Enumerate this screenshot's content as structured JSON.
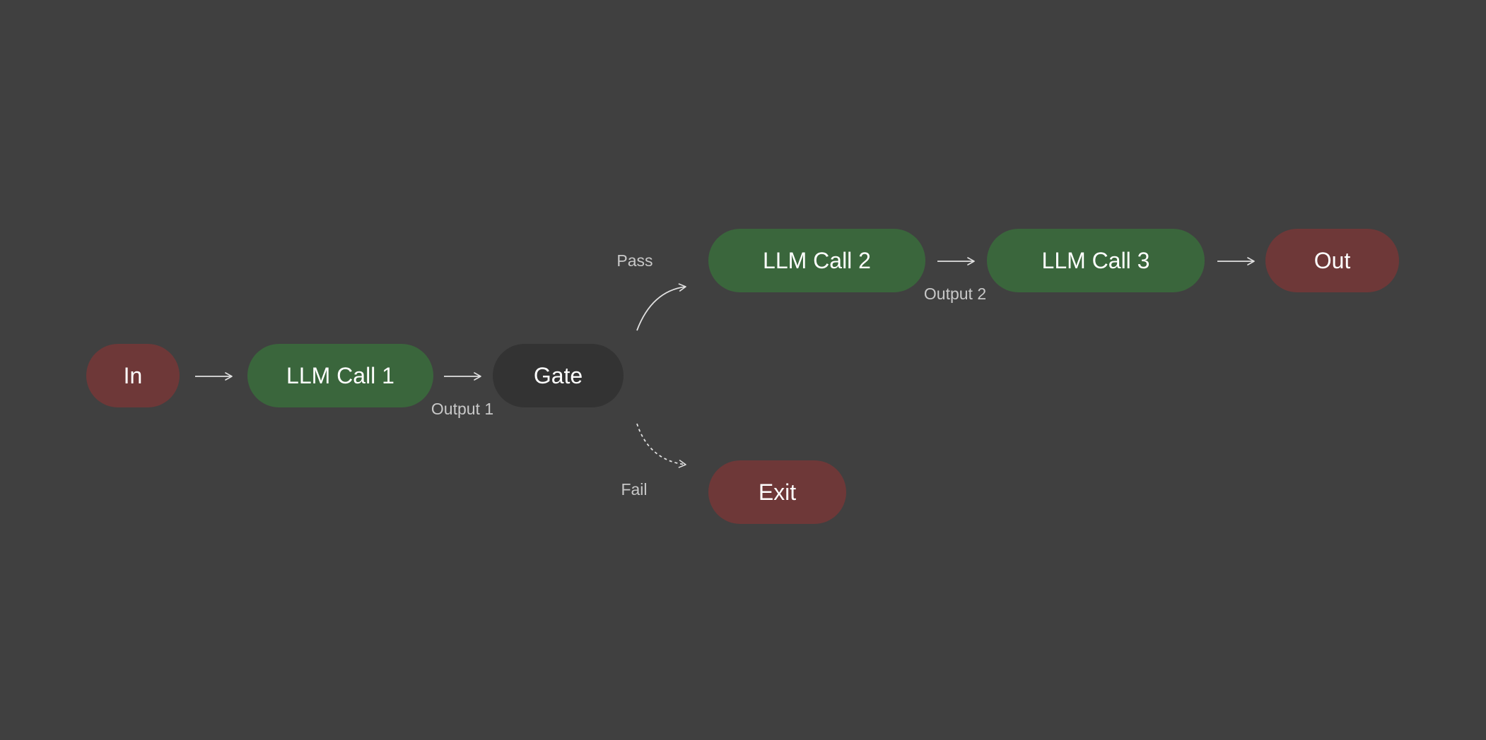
{
  "nodes": {
    "in": "In",
    "llm_call_1": "LLM Call 1",
    "gate": "Gate",
    "llm_call_2": "LLM Call 2",
    "llm_call_3": "LLM Call 3",
    "out": "Out",
    "exit": "Exit"
  },
  "edge_labels": {
    "output_1": "Output 1",
    "output_2": "Output 2",
    "pass": "Pass",
    "fail": "Fail"
  },
  "colors": {
    "background": "#404040",
    "terminal_node": "#6e3838",
    "llm_node": "#3a663c",
    "gate_node": "#333333",
    "edge": "#e0e0e0",
    "text": "#ffffff",
    "label_text": "#c8c8c8"
  }
}
